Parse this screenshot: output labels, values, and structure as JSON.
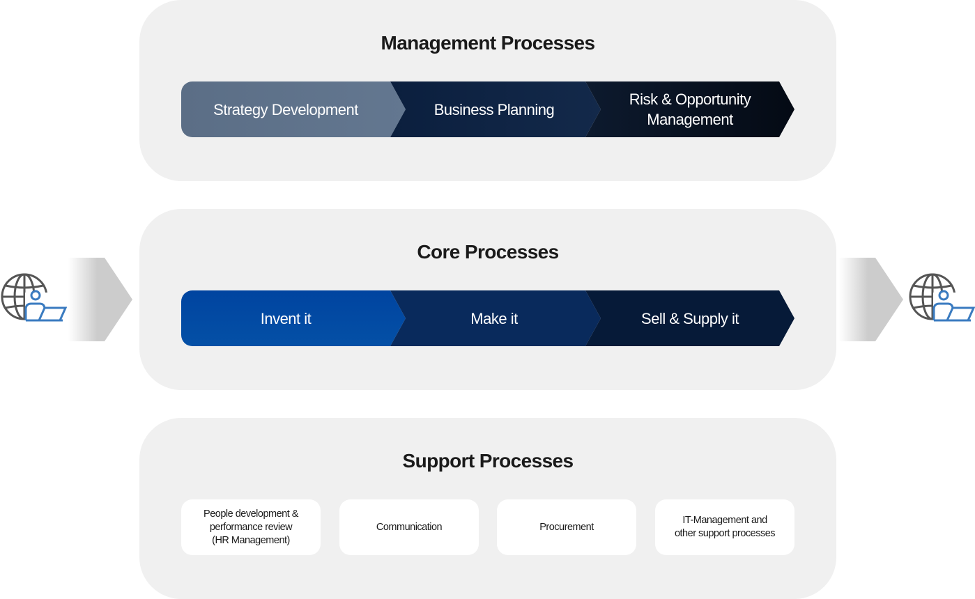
{
  "management": {
    "title": "Management Processes",
    "steps": [
      "Strategy Development",
      "Business Planning",
      "Risk & Opportunity\nManagement"
    ]
  },
  "core": {
    "title": "Core Processes",
    "steps": [
      "Invent it",
      "Make it",
      "Sell & Supply it"
    ]
  },
  "support": {
    "title": "Support Processes",
    "boxes": [
      "People development &\nperformance review\n  (HR Management)",
      "Communication",
      "Procurement",
      "IT-Management and\nother support processes"
    ]
  },
  "colors": {
    "panel_bg": "#f0f0f0",
    "strategy": "#5f7289",
    "business": "#0f2444",
    "risk": "#07101e",
    "invent": "#034aa3",
    "make": "#092a5c",
    "sell": "#061a38",
    "icon_gray": "#555555",
    "icon_blue": "#3a7bc0"
  },
  "icons": {
    "left": "globe-user-laptop-icon",
    "right": "globe-user-laptop-icon"
  }
}
